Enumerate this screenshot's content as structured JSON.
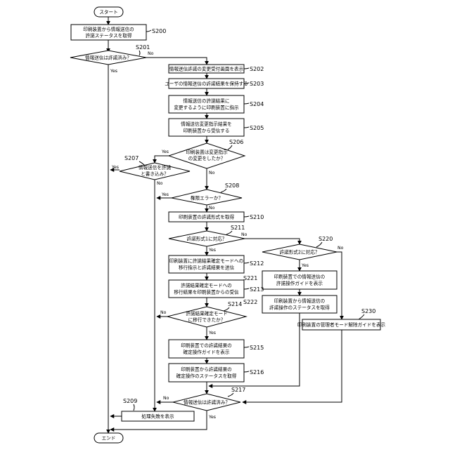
{
  "start": "スタート",
  "end": "エンド",
  "steps": {
    "s200": {
      "label": "S200",
      "lines": [
        "印刷装置から情報送信の",
        "許諾ステータスを取得"
      ]
    },
    "s201": {
      "label": "S201",
      "lines": [
        "情報送信は許諾済み？"
      ]
    },
    "s202": {
      "label": "S202",
      "lines": [
        "情報送信許諾の変更受付画面を表示"
      ]
    },
    "s203": {
      "label": "S203",
      "lines": [
        "ユーザの情報送信の許諾結果を保持する"
      ]
    },
    "s204": {
      "label": "S204",
      "lines": [
        "情報送信の許諾結果に",
        "変更するように印刷装置に指示"
      ]
    },
    "s205": {
      "label": "S205",
      "lines": [
        "情報送信変更指示結果を",
        "印刷装置から受信する"
      ]
    },
    "s206": {
      "label": "S206",
      "lines": [
        "印刷装置は変更指示",
        "の変更をしたか？"
      ]
    },
    "s207": {
      "label": "S207",
      "lines": [
        "情報送信を許諾",
        "と書き込み？"
      ]
    },
    "s208": {
      "label": "S208",
      "lines": [
        "権限エラーか？"
      ]
    },
    "s209": {
      "label": "S209",
      "lines": [
        "処理失敗を表示"
      ]
    },
    "s210": {
      "label": "S210",
      "lines": [
        "印刷装置の許諾形式を取得"
      ]
    },
    "s211": {
      "label": "S211",
      "lines": [
        "許諾形式1に対応？"
      ]
    },
    "s212": {
      "label": "S212",
      "lines": [
        "印刷装置に許諾結果確定モードへの",
        "移行指示と許諾結果を送信"
      ]
    },
    "s213": {
      "label": "S213",
      "lines": [
        "許諾結果確定モードへの",
        "移行結果を印刷装置からの受信"
      ]
    },
    "s214": {
      "label": "S214",
      "lines": [
        "許諾結果確定モード",
        "に移行できたか？"
      ]
    },
    "s215": {
      "label": "S215",
      "lines": [
        "印刷装置での許諾結果の",
        "確定操作ガイドを表示"
      ]
    },
    "s216": {
      "label": "S216",
      "lines": [
        "印刷装置から許諾結果の",
        "確定操作のステータスを取得"
      ]
    },
    "s217": {
      "label": "S217",
      "lines": [
        "情報送信は許諾済み？"
      ]
    },
    "s220": {
      "label": "S220",
      "lines": [
        "許諾形式2に対応？"
      ]
    },
    "s221": {
      "label": "S221",
      "lines": [
        "印刷装置での情報送信の",
        "許諾操作ガイドを表示"
      ]
    },
    "s222": {
      "label": "S222",
      "lines": [
        "印刷装置から情報送信の",
        "許諾操作のステータスを取得"
      ]
    },
    "s230": {
      "label": "S230",
      "lines": [
        "印刷装置の管理者モード解除ガイドを表示"
      ]
    }
  },
  "branch": {
    "yes": "Yes",
    "no": "No"
  }
}
